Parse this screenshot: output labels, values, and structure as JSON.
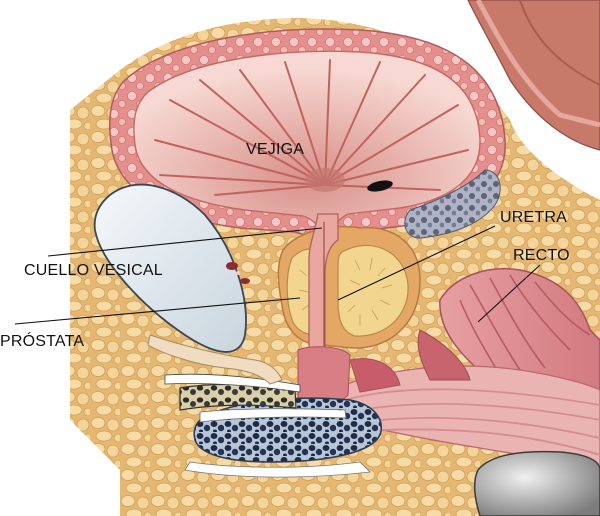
{
  "labels": {
    "bladder": "VEJIGA",
    "urethra": "URETRA",
    "rectum": "RECTO",
    "bladder_neck": "CUELLO VESICAL",
    "prostate": "PRÓSTATA"
  },
  "colors": {
    "fat_tissue": "#e8c07c",
    "fat_cell": "#f6dcaa",
    "bladder_wall": "#e79a98",
    "bladder_lining": "#f7d6d2",
    "mucosa_fold": "#c0655f",
    "prostate_capsule": "#e9b06c",
    "prostate_lobe": "#f0d590",
    "muscle": "#d9868a",
    "bone": "#dfe7ec",
    "bone_marrow": "#1f2a44",
    "rectum": "#c65f6c"
  }
}
